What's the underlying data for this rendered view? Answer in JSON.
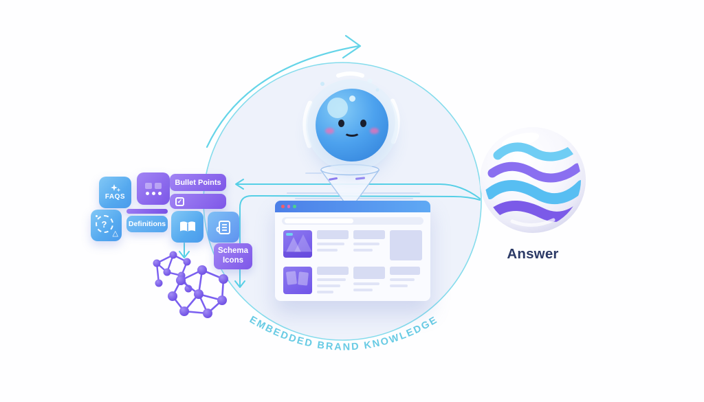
{
  "tiles": {
    "faqs": "FAQS",
    "bullet_points": "Bullet Points",
    "definitions": "Definitions",
    "schema_icons": "Schema Icons"
  },
  "answer": {
    "label": "Answer"
  },
  "caption": {
    "text": "EMBEDDED BRAND KNOWLEDGE"
  },
  "glyphs": {
    "check": "✓",
    "question": "?",
    "triangle": "△"
  },
  "icons": {
    "faqs_tile": "sparkle-icon",
    "gallery_tile": "thumbnails-dots-icon",
    "checkbox_bar": "checkbox-checked-icon",
    "question_tile": "question-cycle-icon",
    "book_tile": "open-book-icon",
    "scroll_tile": "script-scroll-icon",
    "schema_graphs": "network-graph-icon",
    "mascot": "smiling-orb-icon",
    "funnel": "funnel-icon",
    "answer_bubble": "flowing-waves-icon",
    "flow_arrow": "curved-arrow-icon"
  },
  "colors": {
    "circle_fill": "#eef2fb",
    "circle_stroke": "#84dcec",
    "connector_cyan": "#55cfe6",
    "tile_blue": "#55a9ef",
    "tile_purple": "#8a5ff0",
    "node_purple": "#7a5ff0",
    "browser_bar_blue": "#4c7fe8",
    "caption_text": "#68cbe4",
    "answer_text": "#2c3a66"
  }
}
